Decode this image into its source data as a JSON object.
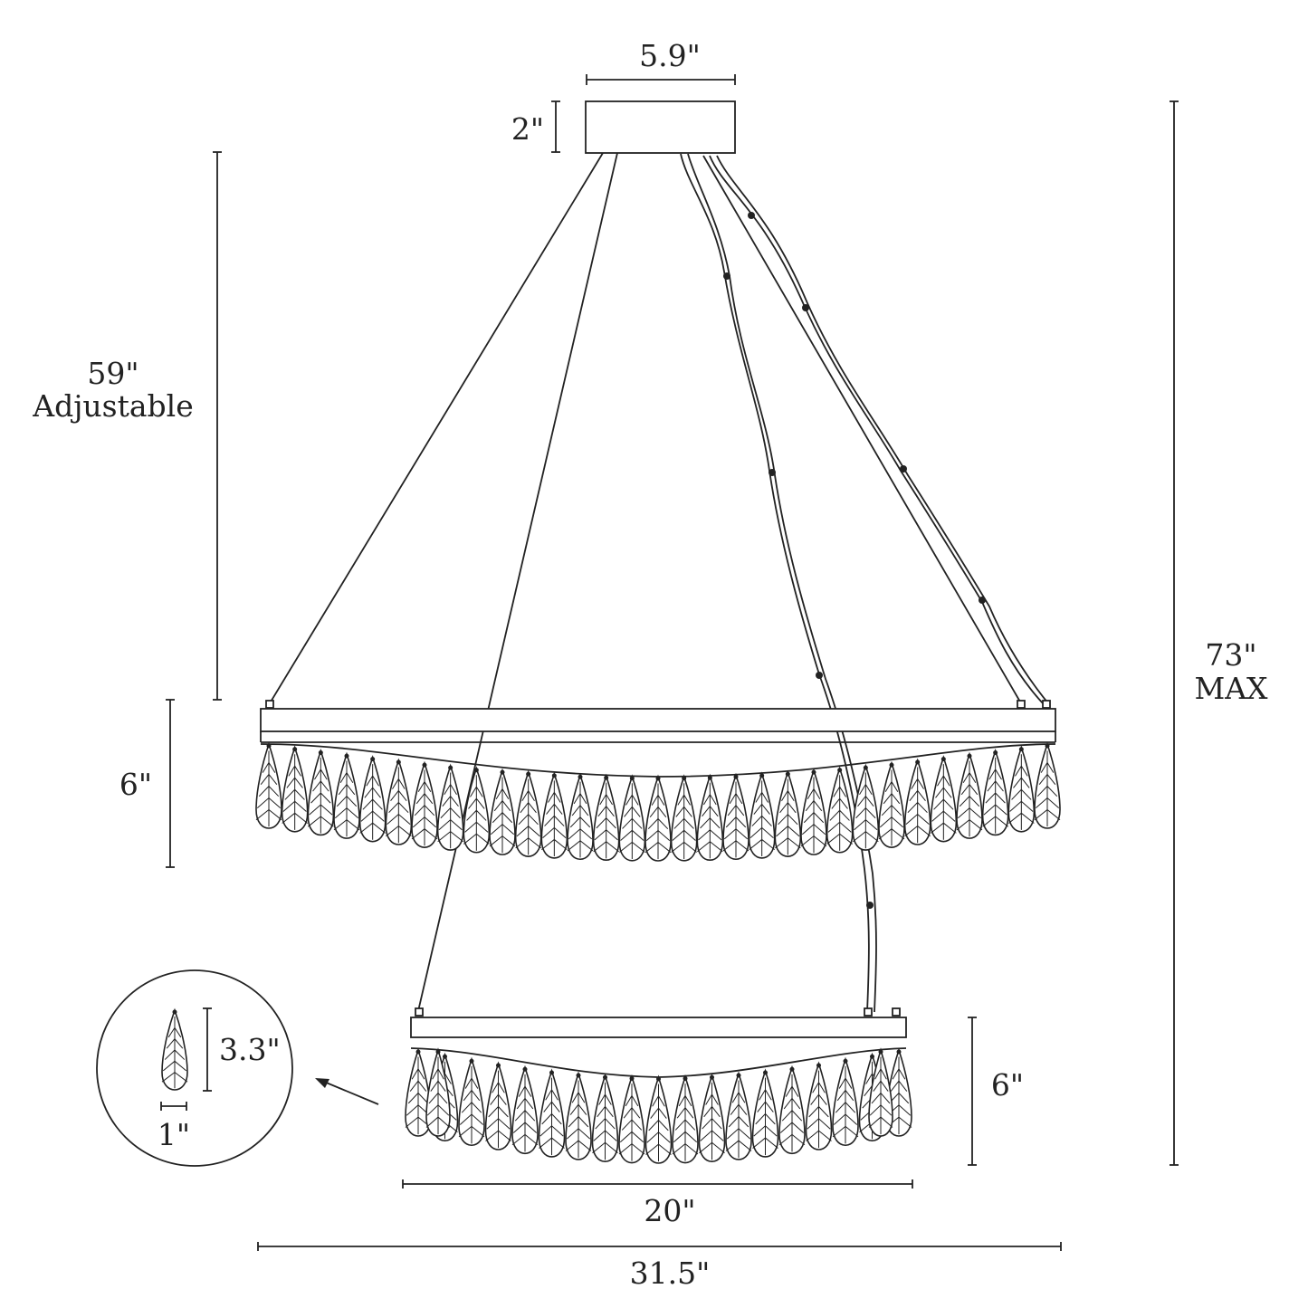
{
  "colors": {
    "line": "#222222",
    "background": "#ffffff"
  },
  "dimensions": {
    "canopy_width": "5.9\"",
    "canopy_height": "2\"",
    "cable_length": "59\"",
    "cable_note": "Adjustable",
    "upper_tier_height": "6\"",
    "overall_height": "73\"",
    "overall_note": "MAX",
    "lower_tier_height": "6\"",
    "crystal_height": "3.3\"",
    "crystal_width": "1\"",
    "lower_tier_diameter": "20\"",
    "upper_tier_diameter": "31.5\""
  },
  "upper_ring_crystals": 31,
  "lower_ring_crystals": 19
}
